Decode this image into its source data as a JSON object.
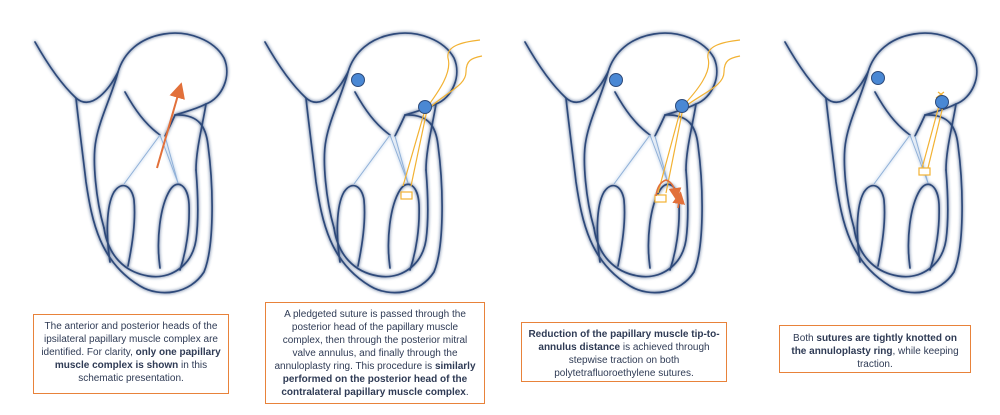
{
  "colors": {
    "outline": "#2d4a7a",
    "chord": "#8fb0d8",
    "suture": "#f2b233",
    "arrow": "#e2703a",
    "node": "#4a88d4",
    "caption_border": "#e8823a",
    "caption_text": "#2f3b55"
  },
  "captions": [
    {
      "id": "step-1",
      "parts": [
        {
          "t": "The anterior and posterior heads of the ipsilateral papillary muscle complex are identified. For clarity, ",
          "b": false
        },
        {
          "t": "only one papillary muscle complex is shown",
          "b": true
        },
        {
          "t": " in this schematic presentation.",
          "b": false
        }
      ]
    },
    {
      "id": "step-2",
      "parts": [
        {
          "t": "A pledgeted suture is passed through the posterior head of the papillary muscle complex, then through the posterior mitral valve annulus, and finally through the annuloplasty ring. This procedure is ",
          "b": false
        },
        {
          "t": "similarly performed on the posterior head of the contralateral papillary muscle complex",
          "b": true
        },
        {
          "t": ".",
          "b": false
        }
      ]
    },
    {
      "id": "step-3",
      "parts": [
        {
          "t": "Reduction of the papillary muscle tip-to-annulus distance",
          "b": true
        },
        {
          "t": " is achieved through stepwise traction on both polytetrafluoroethylene sutures.",
          "b": false
        }
      ]
    },
    {
      "id": "step-4",
      "parts": [
        {
          "t": "Both ",
          "b": false
        },
        {
          "t": "sutures are tightly knotted on the annuloplasty ring",
          "b": true
        },
        {
          "t": ", while keeping traction.",
          "b": false
        }
      ]
    }
  ]
}
